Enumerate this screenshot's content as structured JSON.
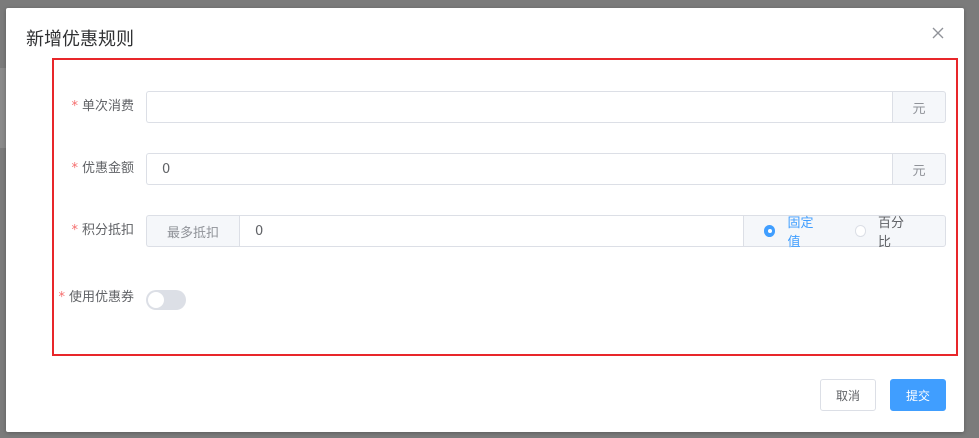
{
  "dialog": {
    "title": "新增优惠规则",
    "close_icon": "close-icon"
  },
  "form": {
    "single_spend": {
      "label": "单次消费",
      "required_mark": "*",
      "value": "",
      "unit": "元"
    },
    "discount_amount": {
      "label": "优惠金额",
      "required_mark": "*",
      "value": "0",
      "unit": "元"
    },
    "points_deduction": {
      "label": "积分抵扣",
      "required_mark": "*",
      "prefix": "最多抵扣",
      "value": "0",
      "options": [
        {
          "label": "固定值",
          "checked": true
        },
        {
          "label": "百分比",
          "checked": false
        }
      ]
    },
    "use_coupon": {
      "label": "使用优惠券",
      "required_mark": "*",
      "enabled": false
    }
  },
  "footer": {
    "cancel_label": "取消",
    "submit_label": "提交"
  },
  "colors": {
    "primary": "#409eff",
    "required": "#f56c6c",
    "highlight_border": "#e8262a"
  }
}
